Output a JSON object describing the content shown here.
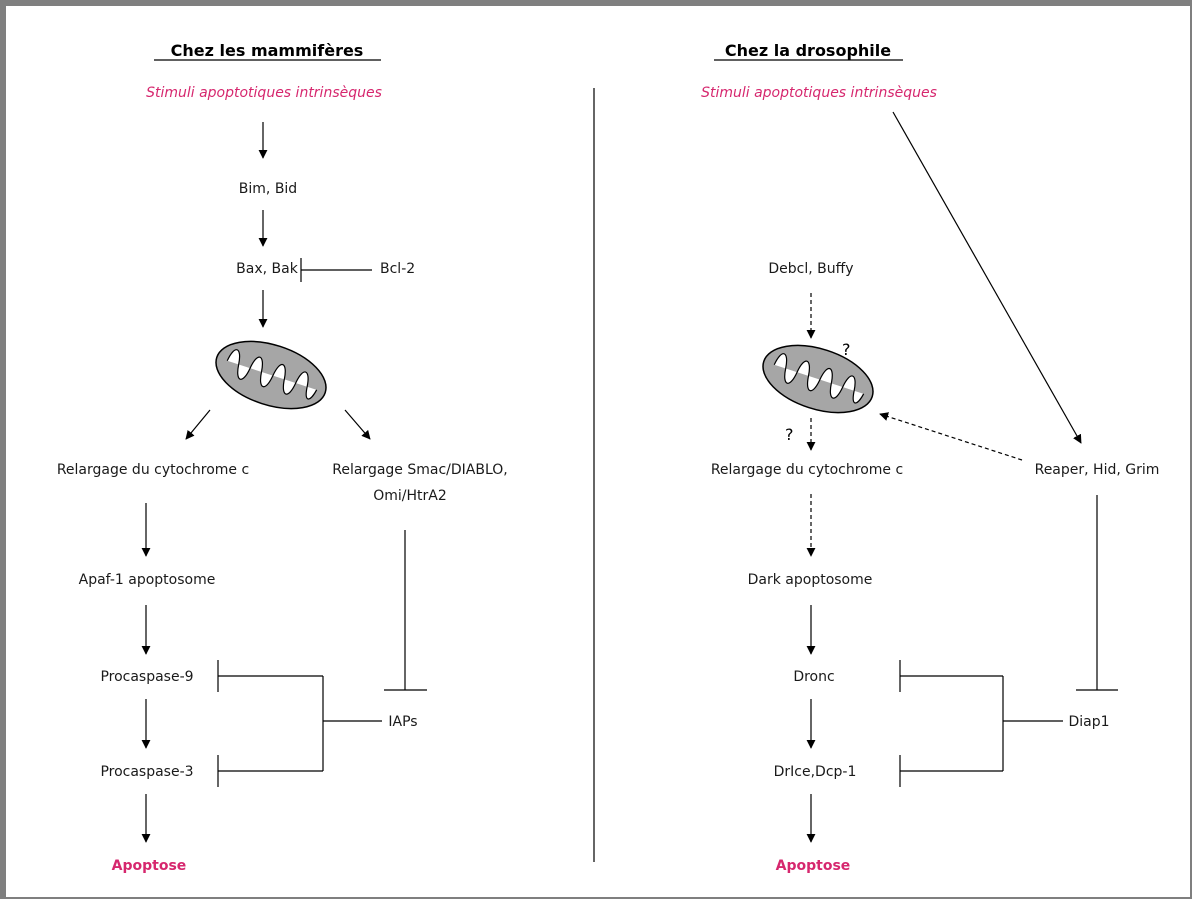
{
  "mammals": {
    "title": "Chez les mammifères",
    "stimuli": "Stimuli apoptotiques intrinsèques",
    "bim_bid": "Bim, Bid",
    "bax_bak": "Bax, Bak",
    "bcl2": "Bcl-2",
    "cyto_c": "Relargage du cytochrome c",
    "smac_1": "Relargage Smac/DIABLO,",
    "smac_2": "Omi/HtrA2",
    "apaf": "Apaf-1 apoptosome",
    "procasp9": "Procaspase-9",
    "procasp3": "Procaspase-3",
    "iaps": "IAPs",
    "apoptose": "Apoptose"
  },
  "drosophila": {
    "title": "Chez la drosophile",
    "stimuli": "Stimuli apoptotiques intrinsèques",
    "debcl": "Debcl, Buffy",
    "question_1": "?",
    "question_2": "?",
    "cyto_c": "Relargage du cytochrome c",
    "rhg": "Reaper, Hid, Grim",
    "dark": "Dark apoptosome",
    "dronc": "Dronc",
    "drice": "DrIce,Dcp-1",
    "diap1": "Diap1",
    "apoptose": "Apoptose"
  },
  "colors": {
    "accent": "#d6276e",
    "mitochondrion_fill": "#a6a6a6",
    "frame": "#7f7f7f"
  }
}
